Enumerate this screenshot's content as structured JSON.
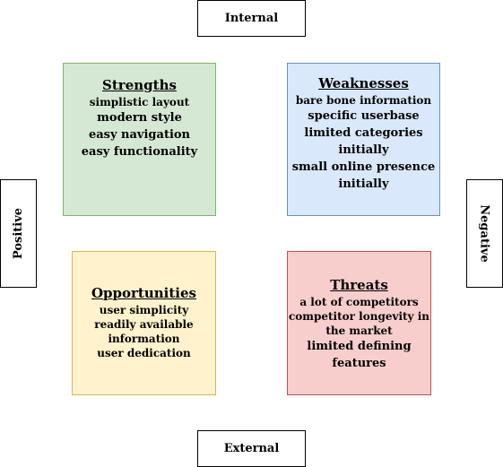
{
  "axes": {
    "internal": "Internal",
    "external": "External",
    "positive": "Positive",
    "negative": "Negative"
  },
  "strengths": {
    "title": "Strengths",
    "items": [
      "simplistic layout",
      "modern style",
      "easy navigation",
      "easy functionality"
    ]
  },
  "weaknesses": {
    "title": "Weaknesses",
    "items": [
      "bare bone information",
      "specific userbase",
      "limited categories",
      "initially",
      "small online presence",
      "initially"
    ]
  },
  "opportunities": {
    "title": "Opportunities",
    "items": [
      "user simplicity",
      "readily available",
      "information",
      "user dedication"
    ]
  },
  "threats": {
    "title": "Threats",
    "items": [
      "a lot of competitors",
      "competitor longevity in",
      "the market",
      "limited defining",
      "features"
    ]
  },
  "colors": {
    "strengths_fill": "#d5e8d4",
    "weaknesses_fill": "#dae8fc",
    "opportunities_fill": "#fff2cc",
    "threats_fill": "#f8cecc"
  }
}
